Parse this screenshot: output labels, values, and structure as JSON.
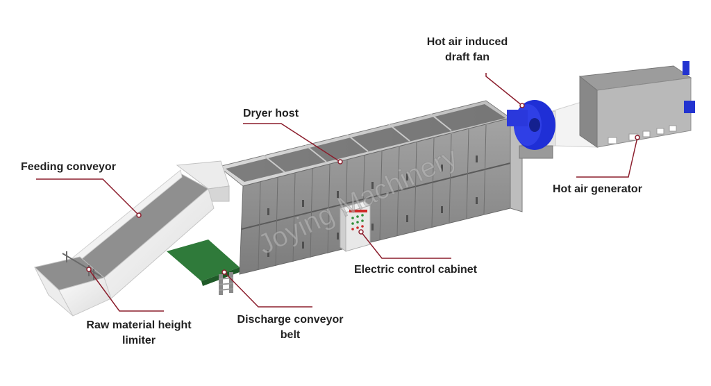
{
  "labels": {
    "hot_air_fan": "Hot air induced",
    "hot_air_fan_2": "draft fan",
    "dryer_host": "Dryer host",
    "feeding_conveyor": "Feeding conveyor",
    "hot_air_generator": "Hot air generator",
    "electric_cabinet": "Electric control cabinet",
    "raw_material_limiter": "Raw material height",
    "raw_material_limiter_2": "limiter",
    "discharge_belt": "Discharge conveyor",
    "discharge_belt_2": "belt"
  },
  "watermark": "Joying Machinery",
  "colors": {
    "leader": "#8b1d2c",
    "steel": "#8e8e8e",
    "steel_dark": "#6a6a6a",
    "fan_blue": "#1f2fd6",
    "belt_green": "#2f7a3a"
  }
}
